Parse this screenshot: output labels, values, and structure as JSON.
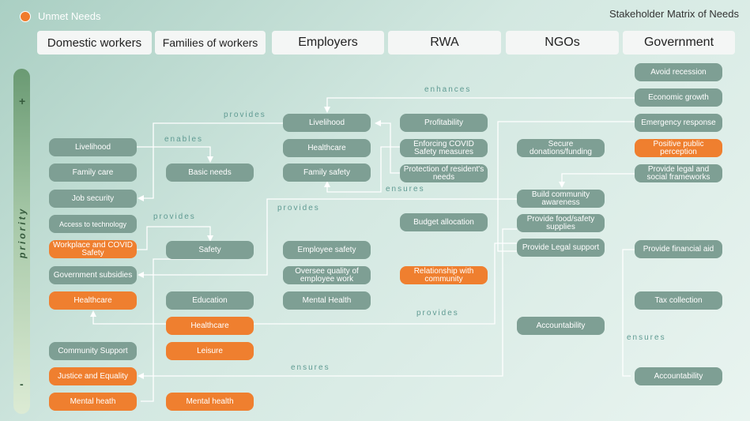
{
  "legend": {
    "label": "Unmet Needs",
    "color": "#ef7f2f"
  },
  "title": "Stakeholder Matrix of Needs",
  "priority": {
    "label": "priority",
    "high": "+",
    "low": "-"
  },
  "columns": [
    "Domestic workers",
    "Families of workers",
    "Employers",
    "RWA",
    "NGOs",
    "Government"
  ],
  "nodes": {
    "dw": [
      "Livelihood",
      "Family care",
      "Job security",
      "Access to technology",
      "Workplace and COVID Safety",
      "Government subsidies",
      "Healthcare",
      "Community Support",
      "Justice and Equality",
      "Mental heath"
    ],
    "fam": [
      "Basic needs",
      "Safety",
      "Education",
      "Healthcare",
      "Leisure",
      "Mental health"
    ],
    "emp": [
      "Livelihood",
      "Healthcare",
      "Family safety",
      "Employee safety",
      "Oversee quality of employee work",
      "Mental Health"
    ],
    "rwa": [
      "Profitability",
      "Enforcing COVID Safety measures",
      "Protection of resident's needs",
      "Budget allocation",
      "Relationship with community"
    ],
    "ngo": [
      "Secure donations/funding",
      "Build community awareness",
      "Provide food/safety supplies",
      "Provide Legal support",
      "Accountability"
    ],
    "gov": [
      "Avoid recession",
      "Economic growth",
      "Emergency response",
      "Positive public perception",
      "Provide legal and social frameworks",
      "Provide financial aid",
      "Tax collection",
      "Accountability"
    ]
  },
  "edge_labels": [
    "enhances",
    "provides",
    "enables",
    "ensures",
    "provides",
    "provides",
    "provides",
    "ensures",
    "ensures"
  ]
}
